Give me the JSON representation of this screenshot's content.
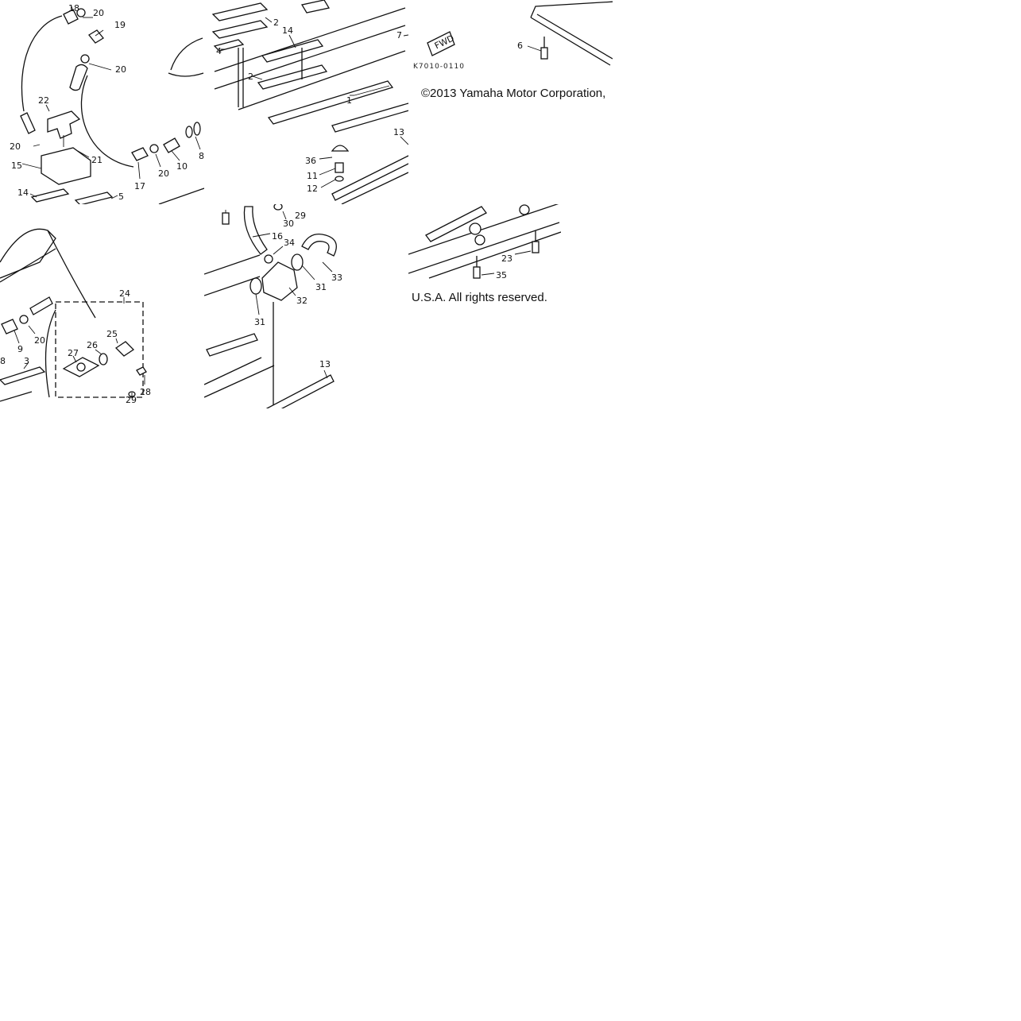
{
  "copyright": {
    "line1": "©2013 Yamaha Motor Corporation,",
    "line2": "U.S.A. All rights reserved."
  },
  "figure_code": "K7010-0110",
  "fwd_label": "FWD",
  "callouts": [
    {
      "id": "c18a",
      "text": "18"
    },
    {
      "id": "c20a",
      "text": "20"
    },
    {
      "id": "c19",
      "text": "19"
    },
    {
      "id": "c20b",
      "text": "20"
    },
    {
      "id": "c22",
      "text": "22"
    },
    {
      "id": "c20c",
      "text": "20"
    },
    {
      "id": "c15",
      "text": "15"
    },
    {
      "id": "c21",
      "text": "21"
    },
    {
      "id": "c17",
      "text": "17"
    },
    {
      "id": "c20d",
      "text": "20"
    },
    {
      "id": "c10",
      "text": "10"
    },
    {
      "id": "c8a",
      "text": "8"
    },
    {
      "id": "c14a",
      "text": "14"
    },
    {
      "id": "c5",
      "text": "5"
    },
    {
      "id": "c2a",
      "text": "2"
    },
    {
      "id": "c14b",
      "text": "14"
    },
    {
      "id": "c4",
      "text": "4"
    },
    {
      "id": "c2b",
      "text": "2"
    },
    {
      "id": "c7",
      "text": "7"
    },
    {
      "id": "c1",
      "text": "1"
    },
    {
      "id": "c13a",
      "text": "13"
    },
    {
      "id": "c36",
      "text": "36"
    },
    {
      "id": "c11",
      "text": "11"
    },
    {
      "id": "c12",
      "text": "12"
    },
    {
      "id": "c6",
      "text": "6"
    },
    {
      "id": "c24",
      "text": "24"
    },
    {
      "id": "c25",
      "text": "25"
    },
    {
      "id": "c26",
      "text": "26"
    },
    {
      "id": "c27",
      "text": "27"
    },
    {
      "id": "c9",
      "text": "9"
    },
    {
      "id": "c20e",
      "text": "20"
    },
    {
      "id": "c3",
      "text": "3"
    },
    {
      "id": "c8b",
      "text": "8"
    },
    {
      "id": "c28",
      "text": "28"
    },
    {
      "id": "c29a",
      "text": "29"
    },
    {
      "id": "c29b",
      "text": "29"
    },
    {
      "id": "c30",
      "text": "30"
    },
    {
      "id": "c16",
      "text": "16"
    },
    {
      "id": "c34",
      "text": "34"
    },
    {
      "id": "c33",
      "text": "33"
    },
    {
      "id": "c31a",
      "text": "31"
    },
    {
      "id": "c32",
      "text": "32"
    },
    {
      "id": "c31b",
      "text": "31"
    },
    {
      "id": "c13b",
      "text": "13"
    },
    {
      "id": "c23",
      "text": "23"
    },
    {
      "id": "c35",
      "text": "35"
    }
  ]
}
